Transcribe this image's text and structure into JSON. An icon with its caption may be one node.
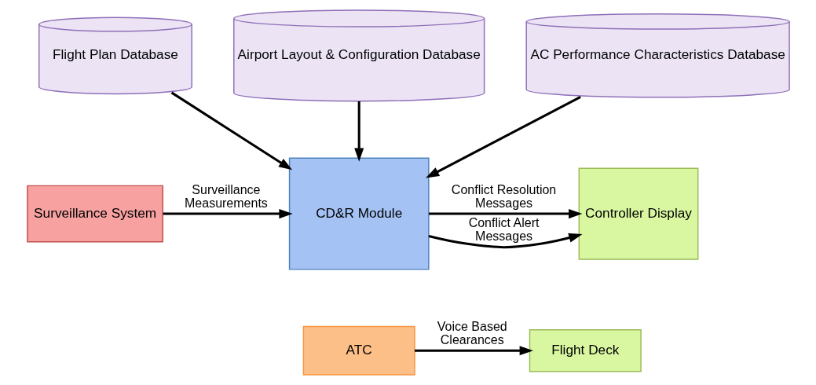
{
  "diagram": {
    "nodes": [
      {
        "text": [
          "Flight Plan Database"
        ]
      },
      {
        "text": [
          "Airport Layout & Configuration Database"
        ]
      },
      {
        "text": [
          "AC Performance Characteristics Database"
        ]
      },
      {
        "text": [
          "Surveillance System"
        ]
      },
      {
        "text": [
          "CD&R Module"
        ]
      },
      {
        "text": [
          "Controller Display"
        ]
      },
      {
        "text": [
          "ATC"
        ]
      },
      {
        "text": [
          "Flight Deck"
        ]
      }
    ],
    "edges": [
      {
        "from": 0,
        "to": 4,
        "arrow": "to"
      },
      {
        "from": 1,
        "to": 4,
        "arrow": "to"
      },
      {
        "from": 2,
        "to": 4,
        "arrow": "to"
      },
      {
        "from": 3,
        "to": 4,
        "arrow": "to",
        "label": "Surveillance Measurements"
      },
      {
        "from": 4,
        "to": 5,
        "arrow": "to",
        "label": "Conflict Alert Messages"
      },
      {
        "from": 4,
        "to": 5,
        "arrow": "to",
        "label": "Conflict Resolution Messages"
      },
      {
        "from": 6,
        "to": 7,
        "arrow": "to",
        "label": "Voice Based Clearances"
      }
    ]
  }
}
